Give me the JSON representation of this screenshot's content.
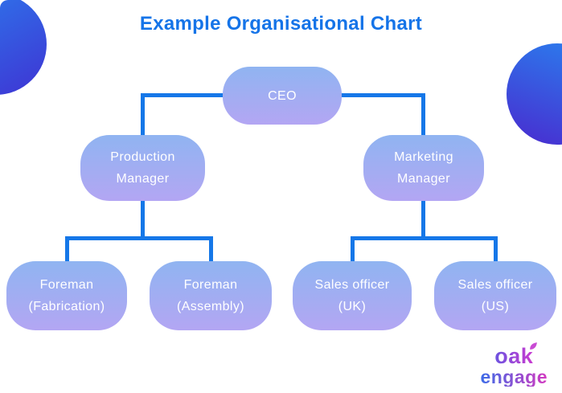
{
  "title": "Example Organisational Chart",
  "colors": {
    "title_blue": "#1574e8",
    "connector_blue": "#1577e8",
    "node_gradient_top": "#90b4f1",
    "node_gradient_bottom": "#b3a6f3",
    "node_text": "#ffffff",
    "deco_gradient_start": "#2e74ea",
    "deco_gradient_end": "#3d3bd6",
    "logo_gradient_start": "#3b6ce8",
    "logo_gradient_end": "#d438c0"
  },
  "nodes": {
    "ceo": {
      "label": "CEO"
    },
    "production_manager": {
      "line1": "Production",
      "line2": "Manager"
    },
    "marketing_manager": {
      "line1": "Marketing",
      "line2": "Manager"
    },
    "foreman_fabrication": {
      "line1": "Foreman",
      "line2": "(Fabrication)"
    },
    "foreman_assembly": {
      "line1": "Foreman",
      "line2": "(Assembly)"
    },
    "sales_officer_uk": {
      "line1": "Sales officer",
      "line2": "(UK)"
    },
    "sales_officer_us": {
      "line1": "Sales officer",
      "line2": "(US)"
    }
  },
  "hierarchy": {
    "root": "CEO",
    "children": [
      {
        "parent": "CEO",
        "child": "Production Manager"
      },
      {
        "parent": "CEO",
        "child": "Marketing Manager"
      },
      {
        "parent": "Production Manager",
        "child": "Foreman (Fabrication)"
      },
      {
        "parent": "Production Manager",
        "child": "Foreman (Assembly)"
      },
      {
        "parent": "Marketing Manager",
        "child": "Sales officer (UK)"
      },
      {
        "parent": "Marketing Manager",
        "child": "Sales officer (US)"
      }
    ]
  },
  "logo": {
    "line1": "oak",
    "line2": "engage"
  }
}
